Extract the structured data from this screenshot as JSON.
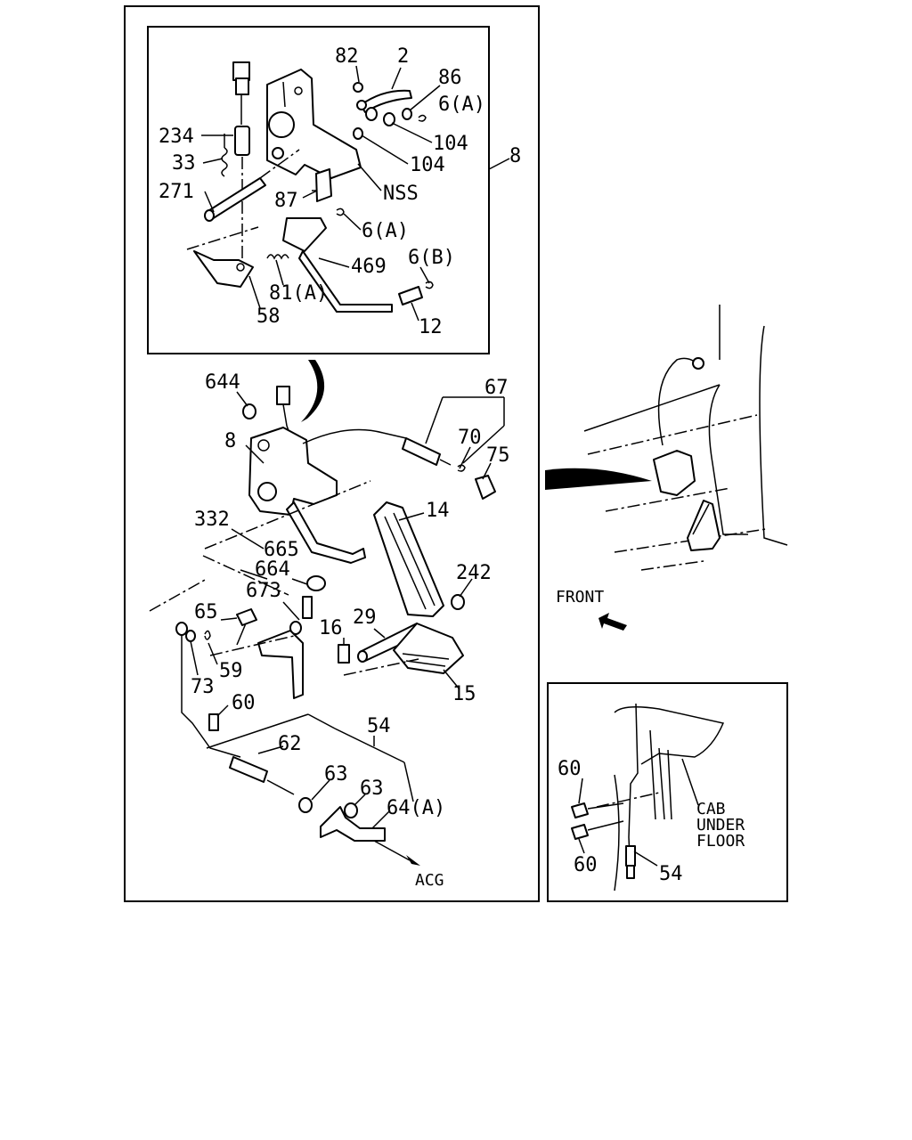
{
  "callouts": {
    "c82": "82",
    "c2": "2",
    "c86": "86",
    "c6a_top": "6(A)",
    "c234": "234",
    "c104_a": "104",
    "c104_b": "104",
    "c33": "33",
    "c8_side": "8",
    "c271": "271",
    "c87": "87",
    "cNSS": "NSS",
    "c6a_mid": "6(A)",
    "c6b": "6(B)",
    "c469": "469",
    "c81a": "81(A)",
    "c12": "12",
    "c58": "58",
    "c644": "644",
    "c67": "67",
    "c8_main": "8",
    "c70": "70",
    "c75": "75",
    "c14": "14",
    "c332": "332",
    "c665": "665",
    "c664": "664",
    "c242": "242",
    "c673": "673",
    "c65": "65",
    "c16": "16",
    "c29": "29",
    "c73": "73",
    "c59": "59",
    "c15": "15",
    "c60_main": "60",
    "c54_main": "54",
    "c62": "62",
    "c63_a": "63",
    "c63_b": "63",
    "c64a": "64(A)",
    "cACG": "ACG",
    "cFRONT": "FRONT",
    "c60_d1": "60",
    "c60_d2": "60",
    "c54_d": "54",
    "cCAB1": "CAB",
    "cCAB2": "UNDER",
    "cCAB3": "FLOOR"
  }
}
